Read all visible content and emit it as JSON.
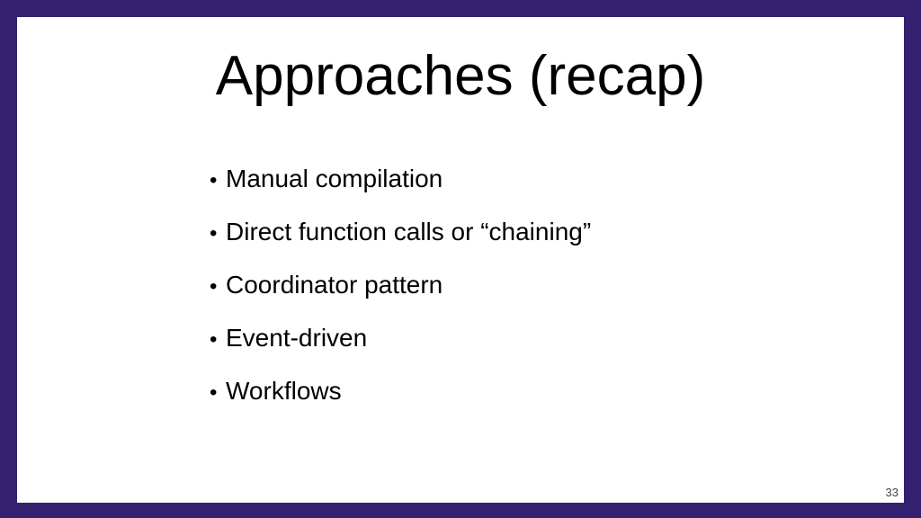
{
  "slide": {
    "title": "Approaches (recap)",
    "bullet_symbol": "•",
    "bullets": [
      "Manual compilation",
      "Direct function calls or “chaining”",
      "Coordinator pattern",
      "Event-driven",
      "Workflows"
    ],
    "page_number": "33"
  },
  "colors": {
    "frame": "#33206f",
    "background": "#ffffff",
    "text": "#000000"
  }
}
